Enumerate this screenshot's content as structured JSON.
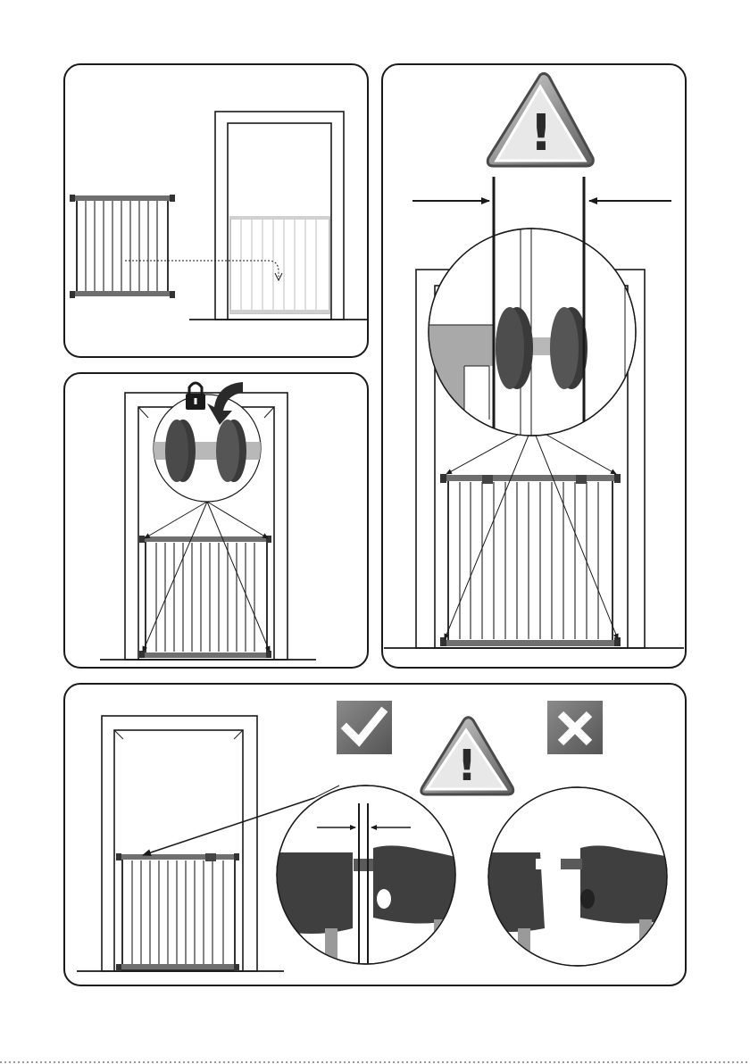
{
  "figure": {
    "panels": [
      {
        "id": "position-gate",
        "description_icons": [
          "gate-icon",
          "door-frame-icon",
          "dotted-arrow-icon"
        ]
      },
      {
        "id": "tighten-spindles",
        "description_icons": [
          "padlock-icon",
          "curved-arrow-icon",
          "spindle-icon"
        ]
      },
      {
        "id": "check-pressure",
        "description_icons": [
          "warning-triangle-icon",
          "press-arrow-icon",
          "spindle-magnifier-icon"
        ]
      },
      {
        "id": "check-gap",
        "description_icons": [
          "checkmark-icon",
          "cross-icon",
          "warning-triangle-icon"
        ]
      }
    ],
    "warning_symbol": "!",
    "colors": {
      "outline": "#1a1a1a",
      "gate_metal": "#8c8c8c",
      "spindle_dark": "#3a3a3a",
      "ok_square": "#6e6e6e",
      "wall_gray": "#a9a9a9"
    }
  }
}
